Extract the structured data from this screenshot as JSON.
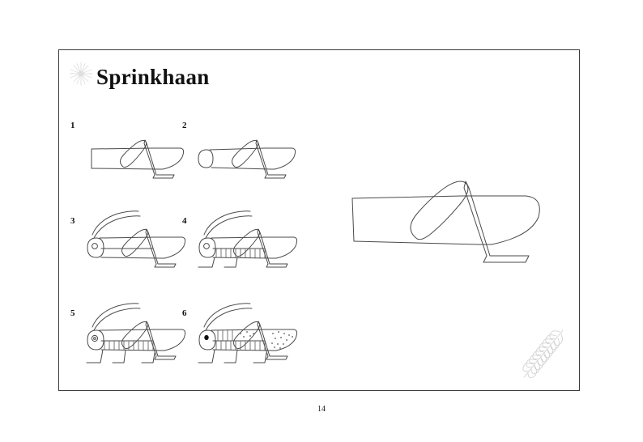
{
  "document": {
    "title": "Sprinkhaan",
    "page_number": "14",
    "language_note": "Dutch word for grasshopper",
    "ornament_icon": "starburst-flower-icon",
    "corner_icon": "fern-leaf-icon",
    "border_color": "#3a3a3a",
    "ink_color": "#4a4a4a",
    "text_color": "#111111",
    "background_color": "#ffffff"
  },
  "steps": [
    {
      "number": "1",
      "name": "body-and-hind-leg",
      "caption": ""
    },
    {
      "number": "2",
      "name": "add-head",
      "caption": ""
    },
    {
      "number": "3",
      "name": "add-antennae-and-eye",
      "caption": ""
    },
    {
      "number": "4",
      "name": "add-front-legs-and-segments",
      "caption": ""
    },
    {
      "number": "5",
      "name": "complete-legs-and-feet",
      "caption": ""
    },
    {
      "number": "6",
      "name": "add-texture-and-filled-eye",
      "caption": ""
    }
  ],
  "feature_drawing": {
    "name": "enlarged-step-one",
    "label": ""
  }
}
